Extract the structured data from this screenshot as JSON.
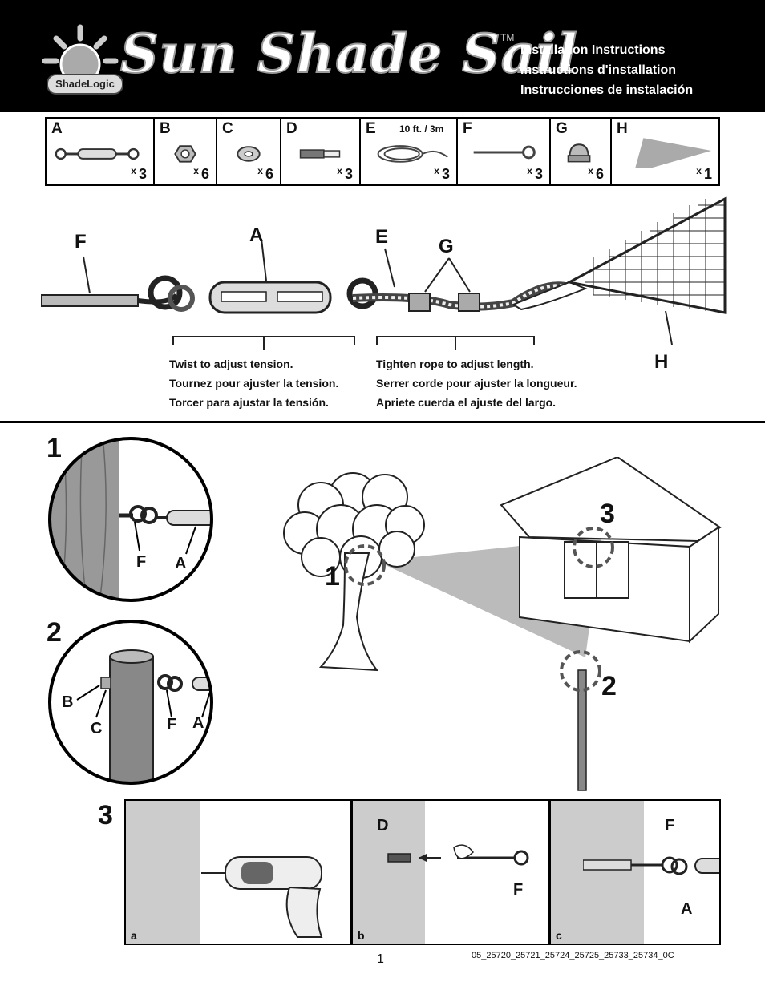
{
  "header": {
    "brand": "Sun Shade Sail",
    "trademark": "TM",
    "logo_text": "ShadeLogic",
    "titles": [
      "Installation Instructions",
      "Instructions d'installation",
      "Instrucciones de instalación"
    ]
  },
  "parts": [
    {
      "letter": "A",
      "qty": "3",
      "icon": "turnbuckle-icon"
    },
    {
      "letter": "B",
      "qty": "6",
      "icon": "hex-nut-icon"
    },
    {
      "letter": "C",
      "qty": "6",
      "icon": "washer-icon"
    },
    {
      "letter": "D",
      "qty": "3",
      "icon": "anchor-icon"
    },
    {
      "letter": "E",
      "qty": "3",
      "note": "10 ft. / 3m",
      "icon": "rope-icon"
    },
    {
      "letter": "F",
      "qty": "3",
      "icon": "eye-bolt-icon"
    },
    {
      "letter": "G",
      "qty": "6",
      "icon": "rope-clip-icon"
    },
    {
      "letter": "H",
      "qty": "1",
      "icon": "sail-icon"
    }
  ],
  "qty_prefix": "x",
  "assembly": {
    "labels": {
      "F": "F",
      "A": "A",
      "E": "E",
      "G": "G",
      "H": "H"
    },
    "tension_caption": [
      "Twist to adjust tension.",
      "Tournez pour ajuster la tension.",
      "Torcer para ajustar la tensión."
    ],
    "length_caption": [
      "Tighten rope to adjust length.",
      "Serrer corde pour ajuster la longueur.",
      "Apriete cuerda el ajuste del largo."
    ]
  },
  "steps": {
    "s1": "1",
    "s2": "2",
    "s3": "3",
    "scene1": "1",
    "scene2": "2",
    "scene3": "3",
    "tree_labels": {
      "F": "F",
      "A": "A"
    },
    "post_labels": {
      "B": "B",
      "C": "C",
      "F": "F",
      "A": "A"
    },
    "panels": {
      "a": "a",
      "b": "b",
      "c": "c",
      "D": "D",
      "Fb": "F",
      "Fc": "F",
      "Ac": "A"
    }
  },
  "footer": {
    "page": "1",
    "code": "05_25720_25721_25724_25725_25733_25734_0C"
  }
}
